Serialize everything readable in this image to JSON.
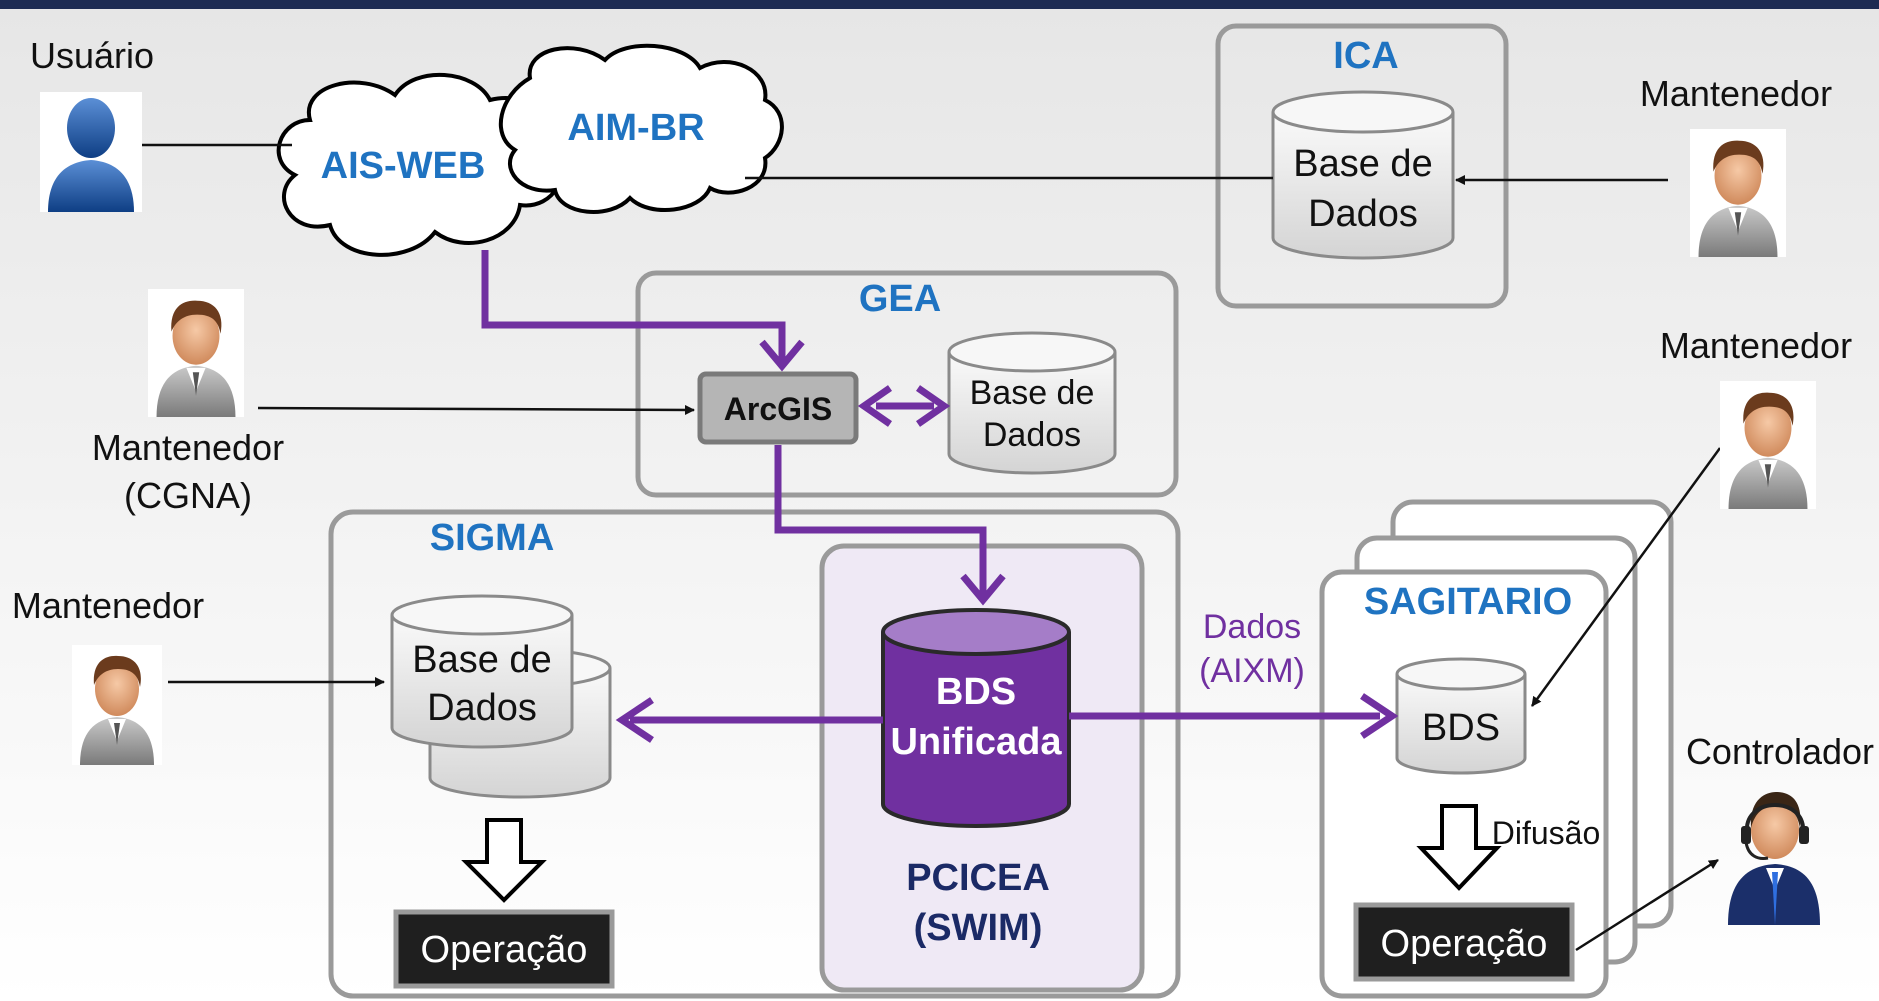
{
  "colors": {
    "accent_blue": "#1f73c1",
    "purple": "#7030a0",
    "navy": "#1b2a66",
    "box_border": "#9a9a9a",
    "pcicea_fill": "#efe9f5"
  },
  "actors": {
    "usuario": "Usuário",
    "mantenedor_ica": "Mantenedor",
    "mantenedor_cgna_line1": "Mantenedor",
    "mantenedor_cgna_line2": "(CGNA)",
    "mantenedor_sigma": "Mantenedor",
    "mantenedor_sagitario": "Mantenedor",
    "controlador": "Controlador"
  },
  "clouds": {
    "ais_web": "AIS-WEB",
    "aim_br": "AIM-BR"
  },
  "ica": {
    "title": "ICA",
    "db_line1": "Base de",
    "db_line2": "Dados"
  },
  "gea": {
    "title": "GEA",
    "arcgis": "ArcGIS",
    "db_line1": "Base de",
    "db_line2": "Dados"
  },
  "sigma": {
    "title": "SIGMA",
    "db_line1": "Base de",
    "db_line2": "Dados",
    "operacao": "Operação"
  },
  "pcicea": {
    "bds_line1": "BDS",
    "bds_line2": "Unificada",
    "label_line1": "PCICEA",
    "label_line2": "(SWIM)"
  },
  "flow": {
    "dados_line1": "Dados",
    "dados_line2": "(AIXM)"
  },
  "sagitario": {
    "title": "SAGITARIO",
    "bds": "BDS",
    "difusao": "Difusão",
    "operacao": "Operação"
  }
}
